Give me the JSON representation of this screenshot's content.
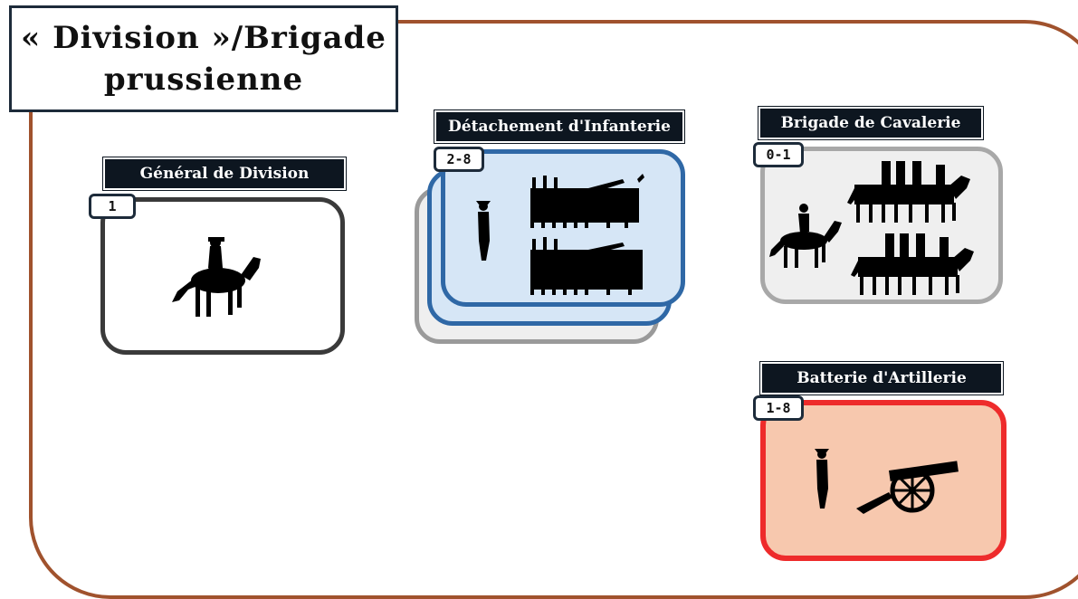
{
  "title": {
    "line1": "« Division »/Brigade",
    "line2": "prussienne"
  },
  "units": {
    "general": {
      "label": "Général de Division",
      "badge": "1",
      "icon": "mounted-general-icon"
    },
    "infantry": {
      "label": "Détachement d'Infanterie",
      "badge": "2-8",
      "icon": "infantry-column-icon"
    },
    "cavalry": {
      "label": "Brigade de Cavalerie",
      "badge": "0-1",
      "icon": "cavalry-squadron-icon"
    },
    "artillery": {
      "label": "Batterie d'Artillerie",
      "badge": "1-8",
      "icon": "cannon-icon"
    }
  },
  "colors": {
    "frame": "#a0522d",
    "general_border": "#3a3a3a",
    "infantry_border": "#2f68a6",
    "infantry_fill": "#d6e6f6",
    "cavalry_border": "#a8a8a8",
    "cavalry_fill": "#efefef",
    "artillery_border": "#ee2b2b",
    "artillery_fill": "#f7c8ae"
  }
}
